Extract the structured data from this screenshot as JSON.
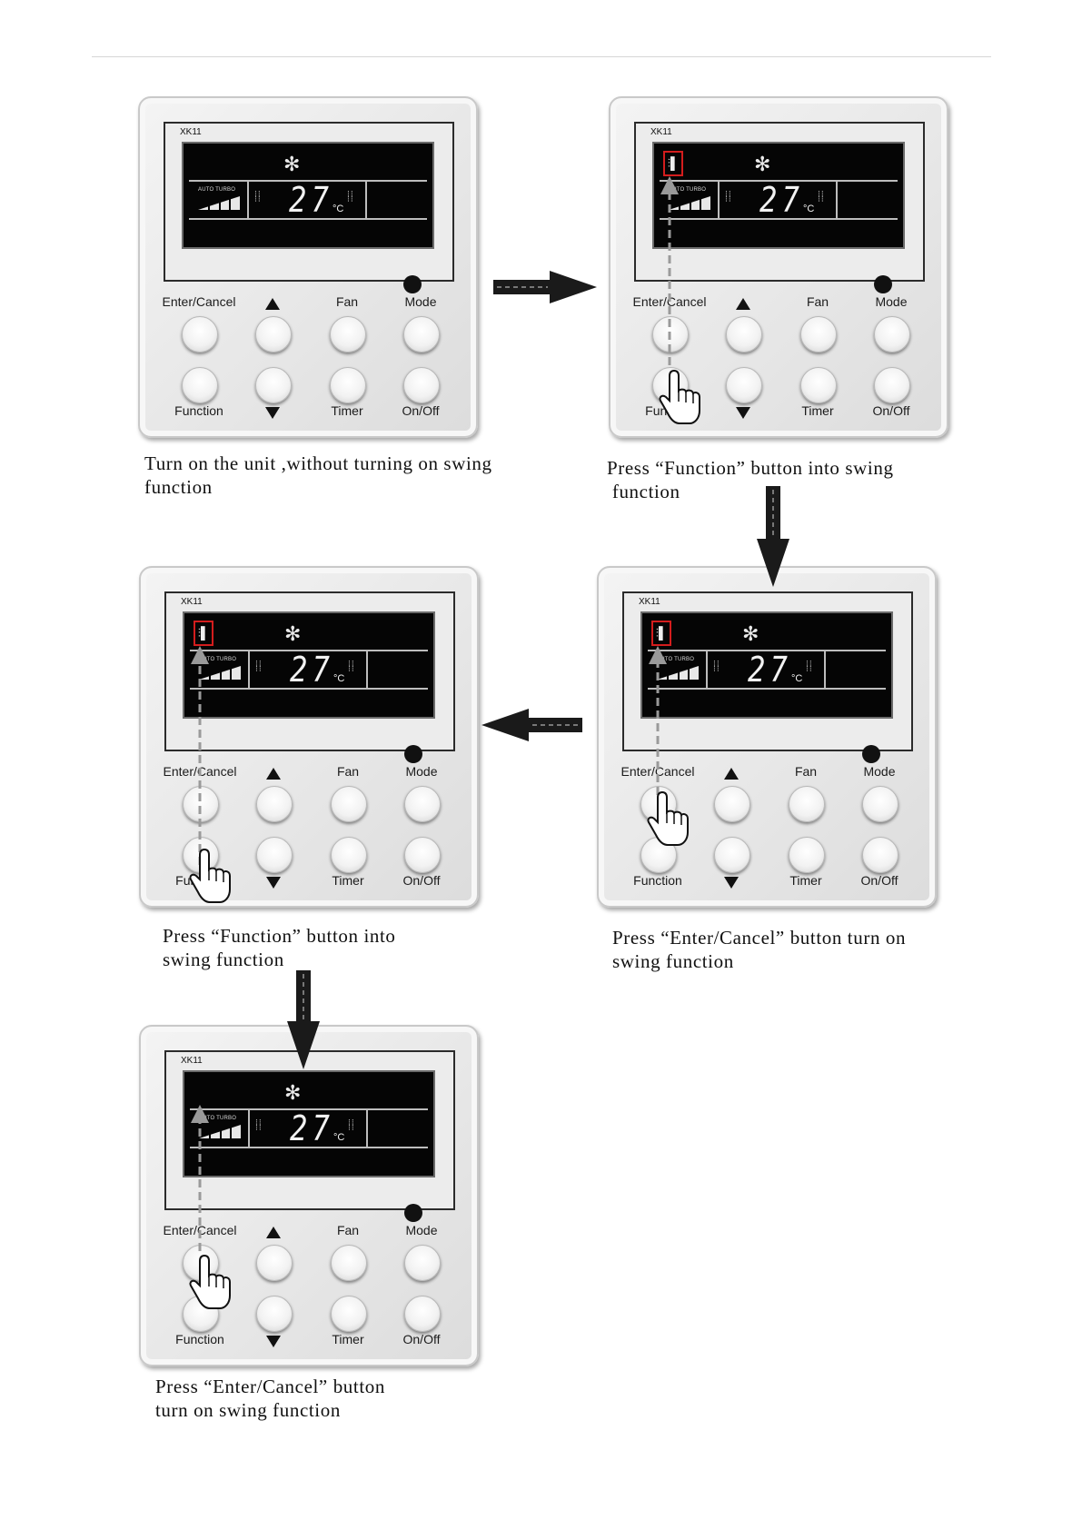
{
  "panel_labels": {
    "model": "XK11",
    "enter_cancel": "Enter/Cancel",
    "fan": "Fan",
    "mode": "Mode",
    "function": "Function",
    "timer": "Timer",
    "on_off": "On/Off",
    "temperature": "27",
    "unit": "°C",
    "auto_turbo": "AUTO TURBO",
    "snowflake_icon": "snowflake-icon",
    "swing_icon": "swing-icon",
    "hand_icon": "pointing-hand-icon"
  },
  "steps": [
    {
      "caption_line1": "Turn on the unit ,without turning on swing",
      "caption_line2": "function",
      "swing_highlighted": false,
      "pressed_button": "none"
    },
    {
      "caption_line1": "Press “Function” button into swing",
      "caption_line2": " function",
      "swing_highlighted": true,
      "pressed_button": "function"
    },
    {
      "caption_line1": "Press “Enter/Cancel” button turn on",
      "caption_line2": "swing function",
      "swing_highlighted": true,
      "pressed_button": "enter_cancel"
    },
    {
      "caption_line1": "Press “Function” button into",
      "caption_line2": "swing function",
      "swing_highlighted": true,
      "pressed_button": "function"
    },
    {
      "caption_line1": "Press “Enter/Cancel” button",
      "caption_line2": "turn on swing function",
      "swing_highlighted": false,
      "pressed_button": "enter_cancel"
    }
  ],
  "colors": {
    "highlight_red": "#d41d1d",
    "arrow_gray": "#9a9a9a",
    "lcd_black": "#050505",
    "flow_arrow": "#1a1a1a"
  }
}
